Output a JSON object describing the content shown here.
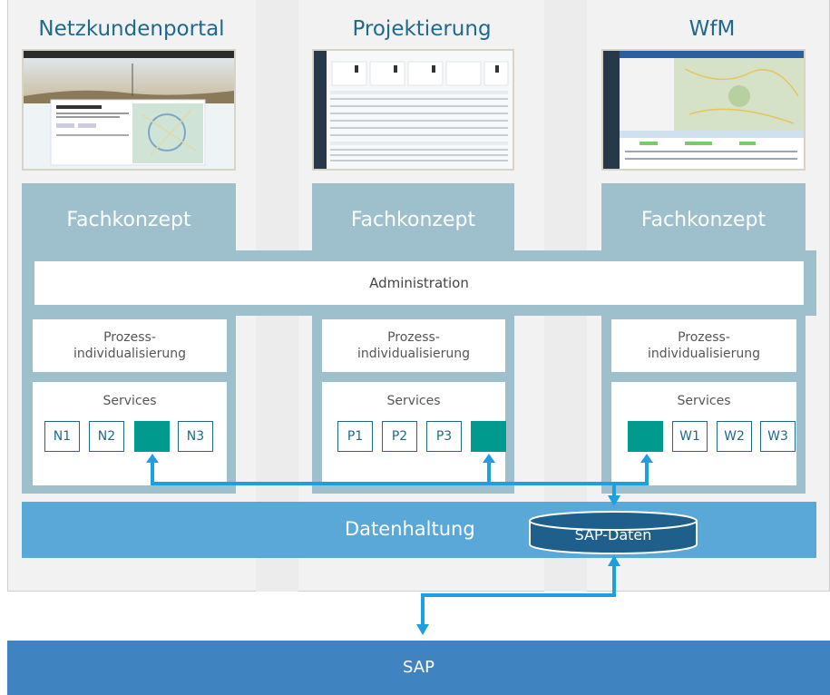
{
  "columns": [
    {
      "title": "Netzkundenportal",
      "fachkonzept": "Fachkonzept",
      "prozess": [
        "Prozess-",
        "individualisierung"
      ],
      "services_label": "Services",
      "services": [
        "N1",
        "N2",
        "",
        "N3"
      ]
    },
    {
      "title": "Projektierung",
      "fachkonzept": "Fachkonzept",
      "prozess": [
        "Prozess-",
        "individualisierung"
      ],
      "services_label": "Services",
      "services": [
        "P1",
        "P2",
        "P3",
        ""
      ]
    },
    {
      "title": "WfM",
      "fachkonzept": "Fachkonzept",
      "prozess": [
        "Prozess-",
        "individualisierung"
      ],
      "services_label": "Services",
      "services": [
        "",
        "W1",
        "W2",
        "W3"
      ]
    }
  ],
  "administration": "Administration",
  "datenhaltung": "Datenhaltung",
  "sap_daten": "SAP-Daten",
  "sap": "SAP",
  "colors": {
    "accent": "#1f6a8a",
    "fachkonzept": "#9ebfcc",
    "teal": "#009a8e",
    "datenhaltung": "#5aa8d8",
    "sap": "#3f83c0",
    "connector": "#1ba0e0",
    "database": "#1f5f8b"
  }
}
